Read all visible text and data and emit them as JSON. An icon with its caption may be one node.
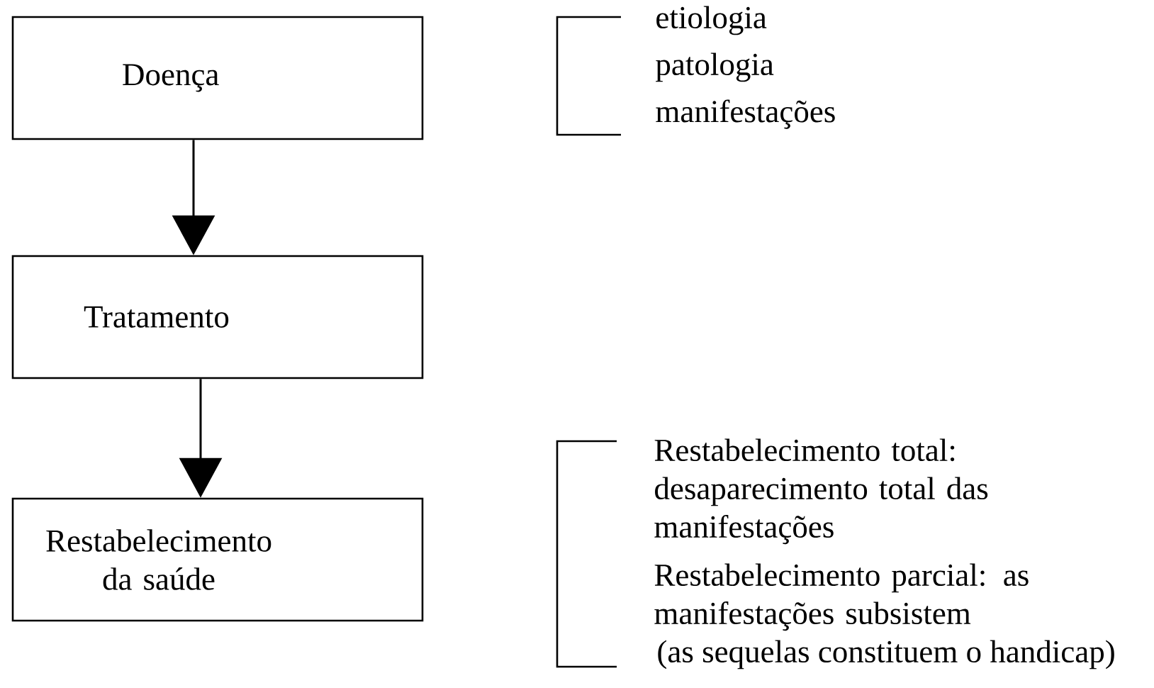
{
  "diagram": {
    "nodes": [
      {
        "text": [
          "Doença"
        ]
      },
      {
        "text": [
          "Tratamento"
        ]
      },
      {
        "text": [
          "Restabelecimento da saúde"
        ]
      }
    ],
    "edges": [
      {
        "from": 0,
        "to": 1,
        "arrow": "to"
      },
      {
        "from": 1,
        "to": 2,
        "arrow": "to"
      }
    ],
    "labels": [
      "etiologia",
      "patologia",
      "manifestações",
      "Restabelecimento total: desaparecimento total das manifestações",
      "Restabelecimento parcial: as manifestações subsistem",
      "(as sequelas constituem o handicap)"
    ]
  }
}
